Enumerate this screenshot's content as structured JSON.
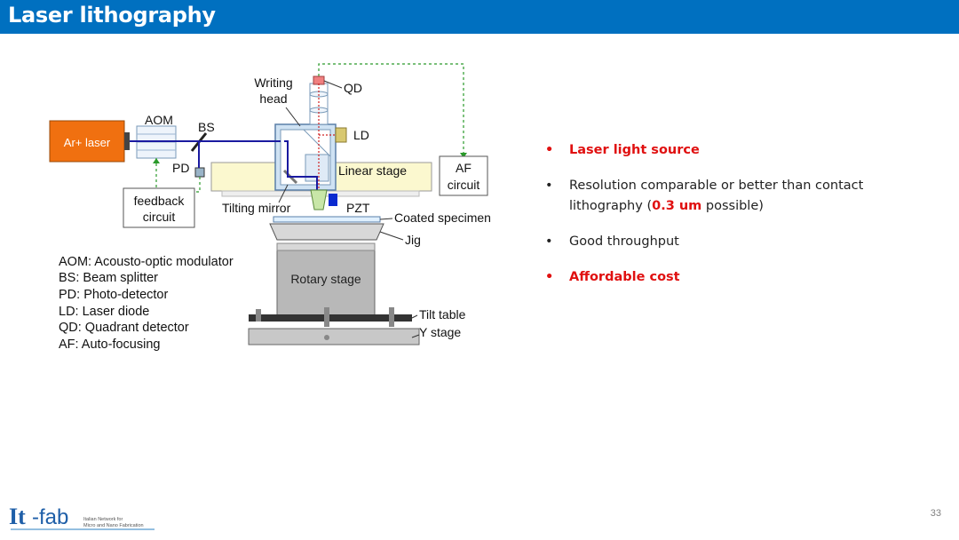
{
  "slide": {
    "title": "Laser lithography",
    "page_number": "33"
  },
  "diagram": {
    "laser": "Ar+ laser",
    "aom": "AOM",
    "bs": "BS",
    "pd": "PD",
    "feedback1": "feedback",
    "feedback2": "circuit",
    "writing1": "Writing",
    "writing2": "head",
    "qd": "QD",
    "ld": "LD",
    "linear_stage": "Linear stage",
    "af1": "AF",
    "af2": "circuit",
    "tilting_mirror": "Tilting mirror",
    "pzt": "PZT",
    "coated": "Coated specimen",
    "jig": "Jig",
    "rotary": "Rotary stage",
    "tilt_table": "Tilt table",
    "y_stage": "Y stage",
    "legend": [
      "AOM: Acousto-optic modulator",
      "BS: Beam splitter",
      "PD: Photo-detector",
      "LD: Laser diode",
      "QD: Quadrant detector",
      "AF: Auto-focusing"
    ]
  },
  "bullets": {
    "b1": "Laser light source",
    "b2_pre": "Resolution comparable or better than contact lithography (",
    "b2_hl": "0.3 um",
    "b2_post": " possible)",
    "b3": "Good throughput",
    "b4": "Affordable cost",
    "symbol": "•"
  },
  "logo": {
    "it": "It",
    "fab": "-fab",
    "line1": "Italian Network for",
    "line2": "Micro and Nano Fabrication"
  },
  "colors": {
    "title_bar": "#0070c0",
    "accent_red": "#e01010",
    "laser_orange": "#f07010",
    "beam_blue": "#1a1aa0",
    "feedback_green": "#2a9a2a"
  }
}
